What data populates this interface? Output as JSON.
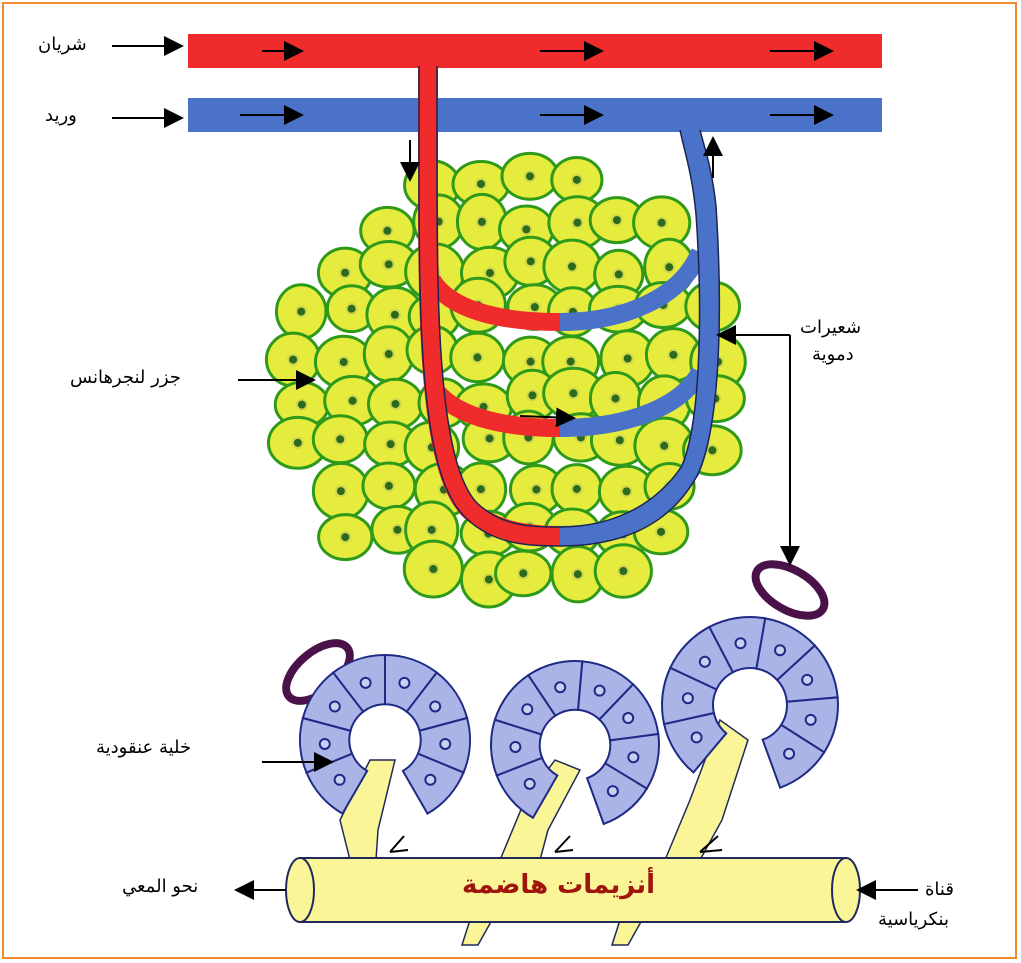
{
  "labels": {
    "artery": "شريان",
    "vein": "وريد",
    "islet": "جزر لنجرهانس",
    "capillaries_line1": "شعيرات",
    "capillaries_line2": "دموية",
    "acinar_cell": "خلية عنقودية",
    "to_intestine": "نحو المعي",
    "duct_line1": "قناة",
    "duct_line2": "بنكرياسية",
    "enzymes": "أنزيمات هاضمة"
  },
  "colors": {
    "artery": "#ef2b2b",
    "vein": "#4a72c9",
    "islet_cell": "#e5ec3e",
    "islet_outline": "#2f9a1a",
    "acinar_cell": "#aab4e6",
    "acinar_outline": "#1f2a86",
    "duct": "#faf597",
    "frame": "#f0882e",
    "capillary_ring": "#4a1248",
    "enzymes_text": "#a0140e"
  }
}
